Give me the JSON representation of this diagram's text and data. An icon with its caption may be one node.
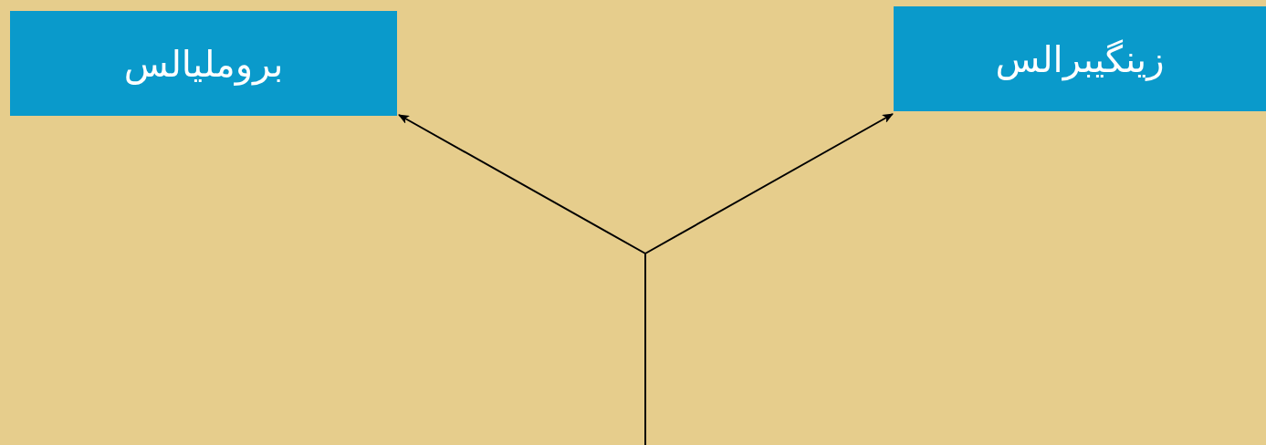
{
  "diagram": {
    "nodes": [
      {
        "text": [
          "بروملیالس"
        ]
      },
      {
        "text": [
          "زینگیبرالس"
        ]
      }
    ],
    "edges": [
      {
        "from": null,
        "to": 0,
        "arrow": "to"
      },
      {
        "from": null,
        "to": 1,
        "arrow": "to"
      }
    ]
  }
}
